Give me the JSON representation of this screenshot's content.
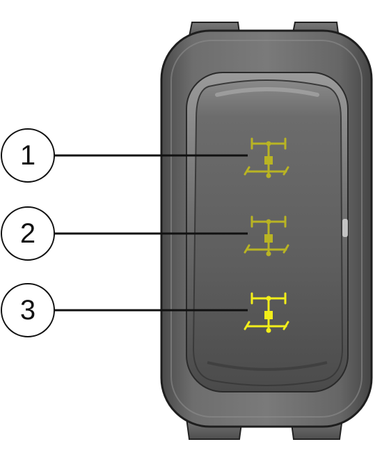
{
  "callouts": [
    {
      "number": "1",
      "state": "dim"
    },
    {
      "number": "2",
      "state": "dim"
    },
    {
      "number": "3",
      "state": "lit"
    }
  ],
  "colors": {
    "switch_body": "#5f5f5f",
    "switch_face": "#6d6d6d",
    "icon_lit": "#f2ee1a",
    "icon_dim": "#b9b423",
    "callout_stroke": "#111111",
    "leader_line": "#111111"
  },
  "icon": "drivetrain-axle-icon"
}
